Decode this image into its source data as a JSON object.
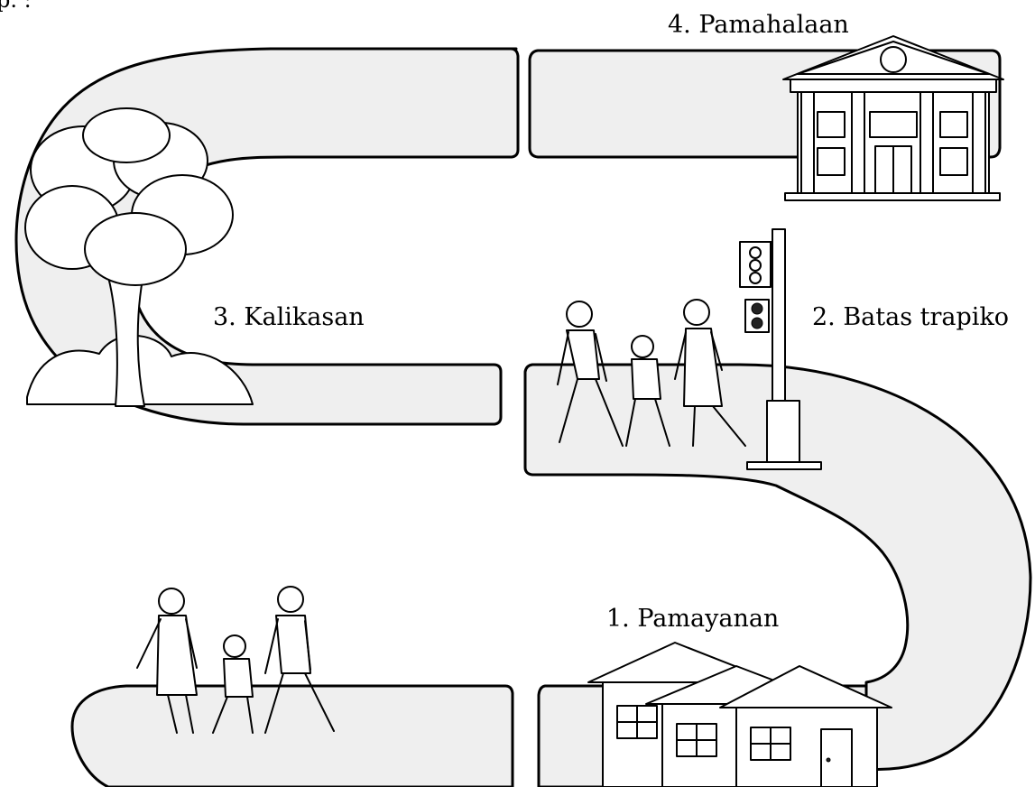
{
  "header_fragment": "p. :",
  "labels": {
    "stop1": "1. Pamayanan",
    "stop2": "2. Batas trapiko",
    "stop3": "3. Kalikasan",
    "stop4": "4. Pamahalaan"
  },
  "icons": {
    "stop1": "houses",
    "stop2": "traffic-light-and-family",
    "stop3": "tree",
    "stop4": "government-building",
    "start": "family-walking"
  },
  "colors": {
    "road_fill": "#efefef",
    "line": "#000000",
    "background": "#ffffff"
  }
}
